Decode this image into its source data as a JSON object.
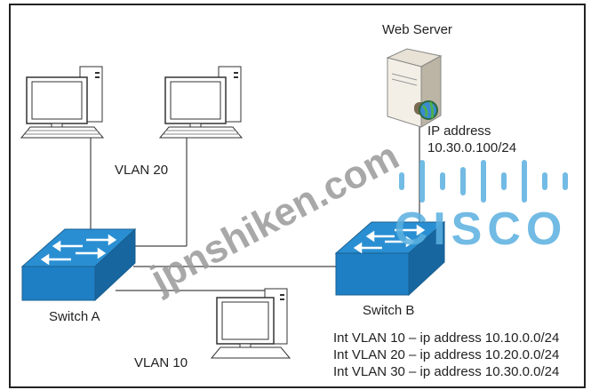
{
  "web_server": {
    "label": "Web Server",
    "ip_label": "IP address",
    "ip": "10.30.0.100/24"
  },
  "vlan20_label": "VLAN 20",
  "vlan10_label": "VLAN 10",
  "switch_a": {
    "label": "Switch A"
  },
  "switch_b": {
    "label": "Switch B"
  },
  "interfaces": [
    "Int VLAN 10 – ip address 10.10.0.0/24",
    "Int VLAN 20 – ip address 10.20.0.0/24",
    "Int VLAN 30 – ip address 10.30.0.0/24"
  ],
  "watermark": "jpnshiken.com",
  "logo": "CISCO",
  "colors": {
    "switch": "#1f7fc4",
    "switch_top": "#2a8fd2",
    "logo": "#5ab0e0"
  }
}
